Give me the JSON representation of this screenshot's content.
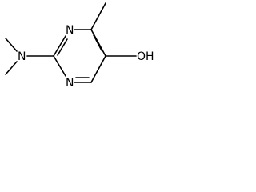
{
  "molecule": {
    "atoms": {
      "n_dimethylamino": "N",
      "ring_n_top": "N",
      "ring_n_bottom": "N",
      "hydroxyl": "OH"
    }
  }
}
